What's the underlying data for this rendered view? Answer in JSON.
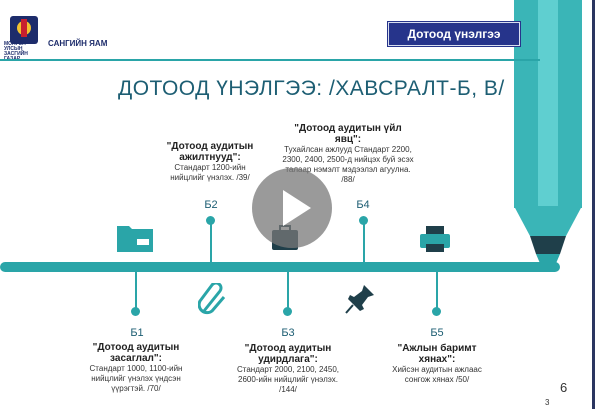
{
  "header": {
    "ministry": "САНГИЙН ЯАМ",
    "logo_caption": "МОНГОЛ УЛСЫН ЗАСГИЙН ГАЗАР",
    "badge": "Дотоод үнэлгээ"
  },
  "main": {
    "title": "ДОТООД ҮНЭЛГЭЭ: /ХАВСРАЛТ-Б, В/"
  },
  "items": [
    {
      "code": "Б1",
      "heading": "\"Дотоод аудитын засаглал\":",
      "text": "Стандарт 1000, 1100-ийн нийцлийг үнэлэх үндсэн үүрэгтэй. /70/"
    },
    {
      "code": "Б2",
      "heading": "\"Дотоод аудитын ажилтнууд\":",
      "text": "Стандарт 1200-ийн нийцлийг үнэлэх. /39/"
    },
    {
      "code": "Б3",
      "heading": "\"Дотоод аудитын удирдлага\":",
      "text": "Стандарт 2000, 2100, 2450, 2600-ийн нийцлийг үнэлэх. /144/"
    },
    {
      "code": "Б4",
      "heading": "\"Дотоод аудитын үйл явц\":",
      "text": "Тухайлсан ажлууд Стандарт 2200, 2300, 2400, 2500-д нийцэх буй эсэх талаар нэмэлт мэдээлэл агуулна. /88/"
    },
    {
      "code": "Б5",
      "heading": "\"Ажлын баримт хянах\":",
      "text": "Хийсэн аудитын ажлаас сонгож хянах /50/"
    }
  ],
  "footer": {
    "page": "6",
    "corner": "3"
  },
  "colors": {
    "accent": "#2aa5a8",
    "brand": "#26348b",
    "title": "#1d5e73"
  }
}
